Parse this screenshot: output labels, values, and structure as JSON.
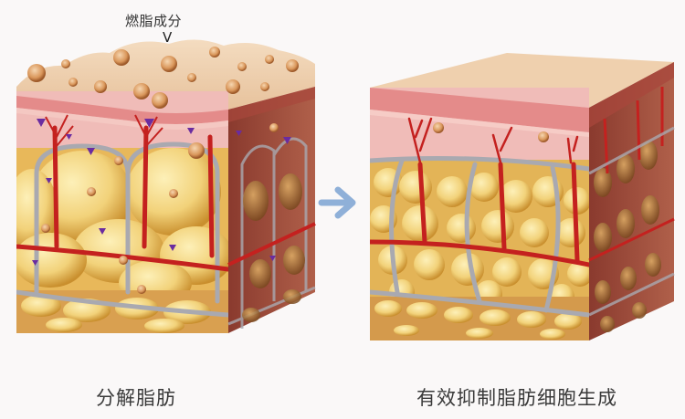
{
  "figure": {
    "annotation_top": "燃脂成分",
    "annotation_pointer": "V",
    "left_caption": "分解脂肪",
    "right_caption": "有效抑制脂肪细胞生成",
    "arrow_direction": "right"
  },
  "panels": [
    {
      "id": "before",
      "description": "Skin cross-section with fat-burning ingredient particles breaking down enlarged fat cells",
      "elements": [
        "ingredient-particles",
        "epidermis",
        "dermis",
        "blood-vessels",
        "purple-arrow-markers",
        "large-fat-cells",
        "connective-septa",
        "lower-fat-layer"
      ]
    },
    {
      "id": "after",
      "description": "Skin cross-section with smooth surface and smaller, packed fat cells",
      "elements": [
        "smooth-epidermis",
        "dermis",
        "blood-vessels",
        "small-fat-cells",
        "connective-septa",
        "lower-fat-layer"
      ]
    }
  ],
  "colors": {
    "arrow": "#8fb0d8",
    "fat_cell": "#f2d27a",
    "fat_shadow": "#c98f2e",
    "dermis": "#f0bcb8",
    "epidermis_band": "#e48b8a",
    "surface": "#efd0ae",
    "vessel": "#c4211f",
    "septa": "#a9a9b0",
    "marker": "#6a2ca0",
    "side_face": "#9c4b3c",
    "text": "#3a3a3a"
  }
}
